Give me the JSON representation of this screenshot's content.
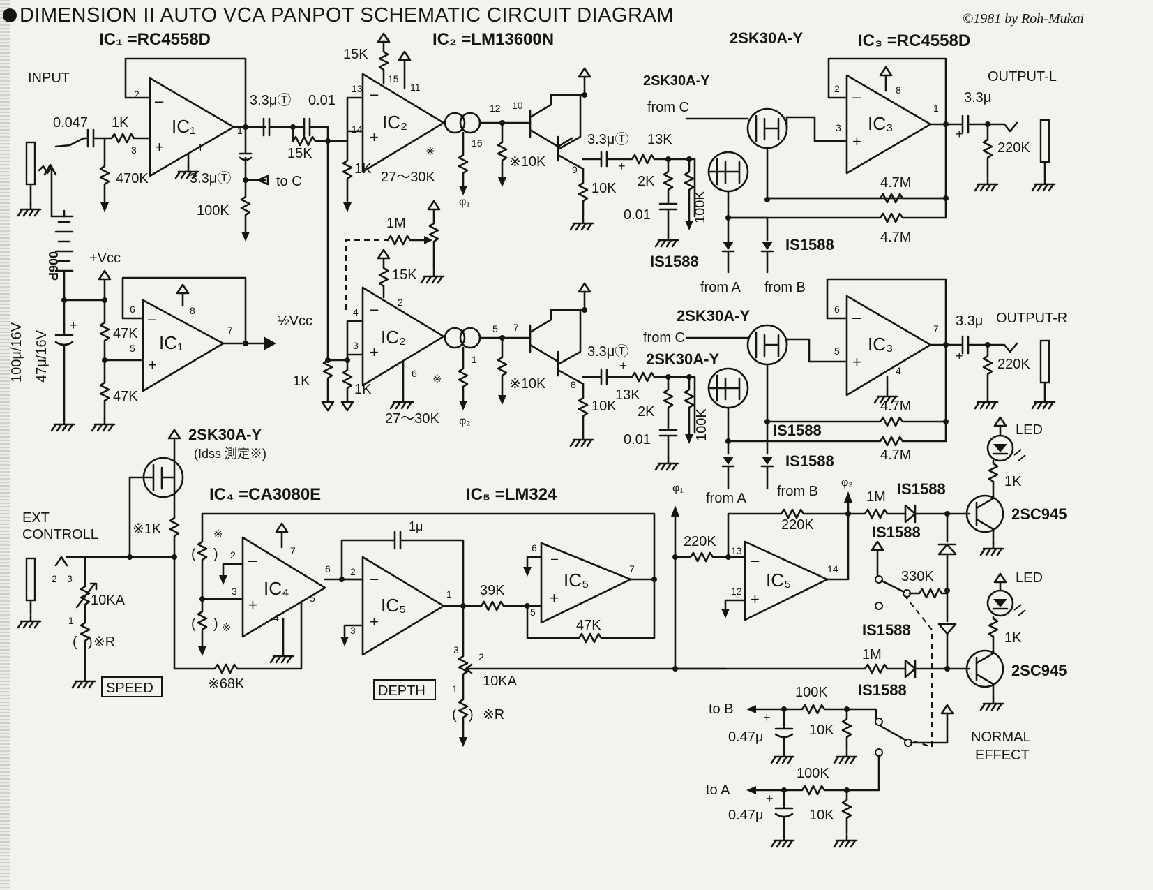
{
  "title": "DIMENSION II  AUTO VCA PANPOT SCHEMATIC CIRCUIT DIAGRAM",
  "copyright": "©1981 by Roh-Mukai",
  "ics": {
    "ic1": {
      "part": "IC₁ =RC4558D",
      "label": "IC₁"
    },
    "ic2": {
      "part": "IC₂ =LM13600N",
      "label": "IC₂"
    },
    "ic3": {
      "part": "IC₃ =RC4558D",
      "label": "IC₃"
    },
    "ic4": {
      "part": "IC₄ =CA3080E",
      "label": "IC₄"
    },
    "ic5": {
      "part": "IC₅ =LM324",
      "label": "IC₅"
    }
  },
  "labels": {
    "input": "INPUT",
    "output_l": "OUTPUT-L",
    "output_r": "OUTPUT-R",
    "ext_control": [
      "EXT",
      "CONTROLL"
    ],
    "vcc": "+Vcc",
    "half_vcc": "½Vcc",
    "battery": "006P",
    "speed": "SPEED",
    "depth": "DEPTH",
    "normal": "NORMAL",
    "effect": "EFFECT",
    "led": "LED",
    "to_c": "to C",
    "to_a": "to A",
    "to_b": "to B",
    "from_a": "from A",
    "from_b": "from B",
    "from_c": "from C",
    "phi1": "φ₁",
    "phi2": "φ₂",
    "idss": "(Idss 測定※)"
  },
  "transistors": {
    "fet": "2SK30A-Y",
    "npn": "2SC945",
    "diode": "IS1588"
  },
  "values": {
    "c0047": "0.047",
    "r1k": "1K",
    "r470k": "470K",
    "c33t": "3.3μⓉ",
    "c001": "0.01",
    "r15k": "15K",
    "r100k": "100K",
    "r2730k": "27～30K",
    "r10kstar": "※10K",
    "r10k": "10K",
    "r13k": "13K",
    "r2k": "2K",
    "r47m": "4.7M",
    "c33": "3.3μ",
    "r220k": "220K",
    "r1m": "1M",
    "r47k": "47K",
    "c100u": "100μ/16V",
    "c47u": "47μ/16V",
    "r1kstar": "※1K",
    "r68kstar": "※68K",
    "r10ka": "10KA",
    "rstar": "※R",
    "c1u": "1μ",
    "r39k": "39K",
    "r330k": "330K",
    "c047u": "0.47μ",
    "star": "※"
  },
  "pins": [
    "1",
    "2",
    "3",
    "4",
    "5",
    "6",
    "7",
    "8",
    "9",
    "10",
    "11",
    "12",
    "13",
    "14",
    "15",
    "16"
  ]
}
